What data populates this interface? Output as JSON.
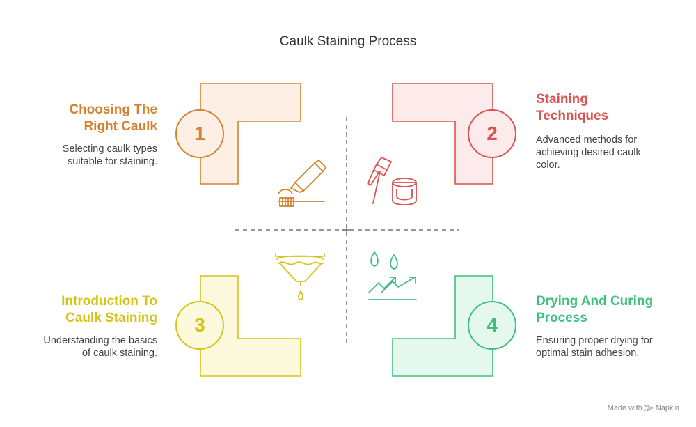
{
  "title": "Caulk Staining Process",
  "steps": [
    {
      "number": "1",
      "heading_line1": "Choosing The",
      "heading_line2": "Right Caulk",
      "desc_line1": "Selecting caulk types",
      "desc_line2": "suitable for staining.",
      "color": "#D4822F",
      "fill": "#FDEFE4"
    },
    {
      "number": "2",
      "heading_line1": "Staining",
      "heading_line2": "Techniques",
      "desc_line1": "Advanced methods for",
      "desc_line2": "achieving desired caulk",
      "desc_line3": "color.",
      "color": "#D9534F",
      "fill": "#FDEAEA"
    },
    {
      "number": "3",
      "heading_line1": "Introduction To",
      "heading_line2": "Caulk Staining",
      "desc_line1": "Understanding the basics",
      "desc_line2": "of caulk staining.",
      "color": "#D6C319",
      "fill": "#FDF9DC"
    },
    {
      "number": "4",
      "heading_line1": "Drying And Curing",
      "heading_line2": "Process",
      "desc_line1": "Ensuring proper drying for",
      "desc_line2": "optimal stain adhesion.",
      "color": "#3FBF7F",
      "fill": "#E4F8EE"
    }
  ],
  "watermark": "Made with ⨠ Napkin",
  "icons": [
    "caulk-tube-brush-icon",
    "paintbrush-bucket-icon",
    "strainer-drip-icon",
    "drops-arrows-icon"
  ]
}
